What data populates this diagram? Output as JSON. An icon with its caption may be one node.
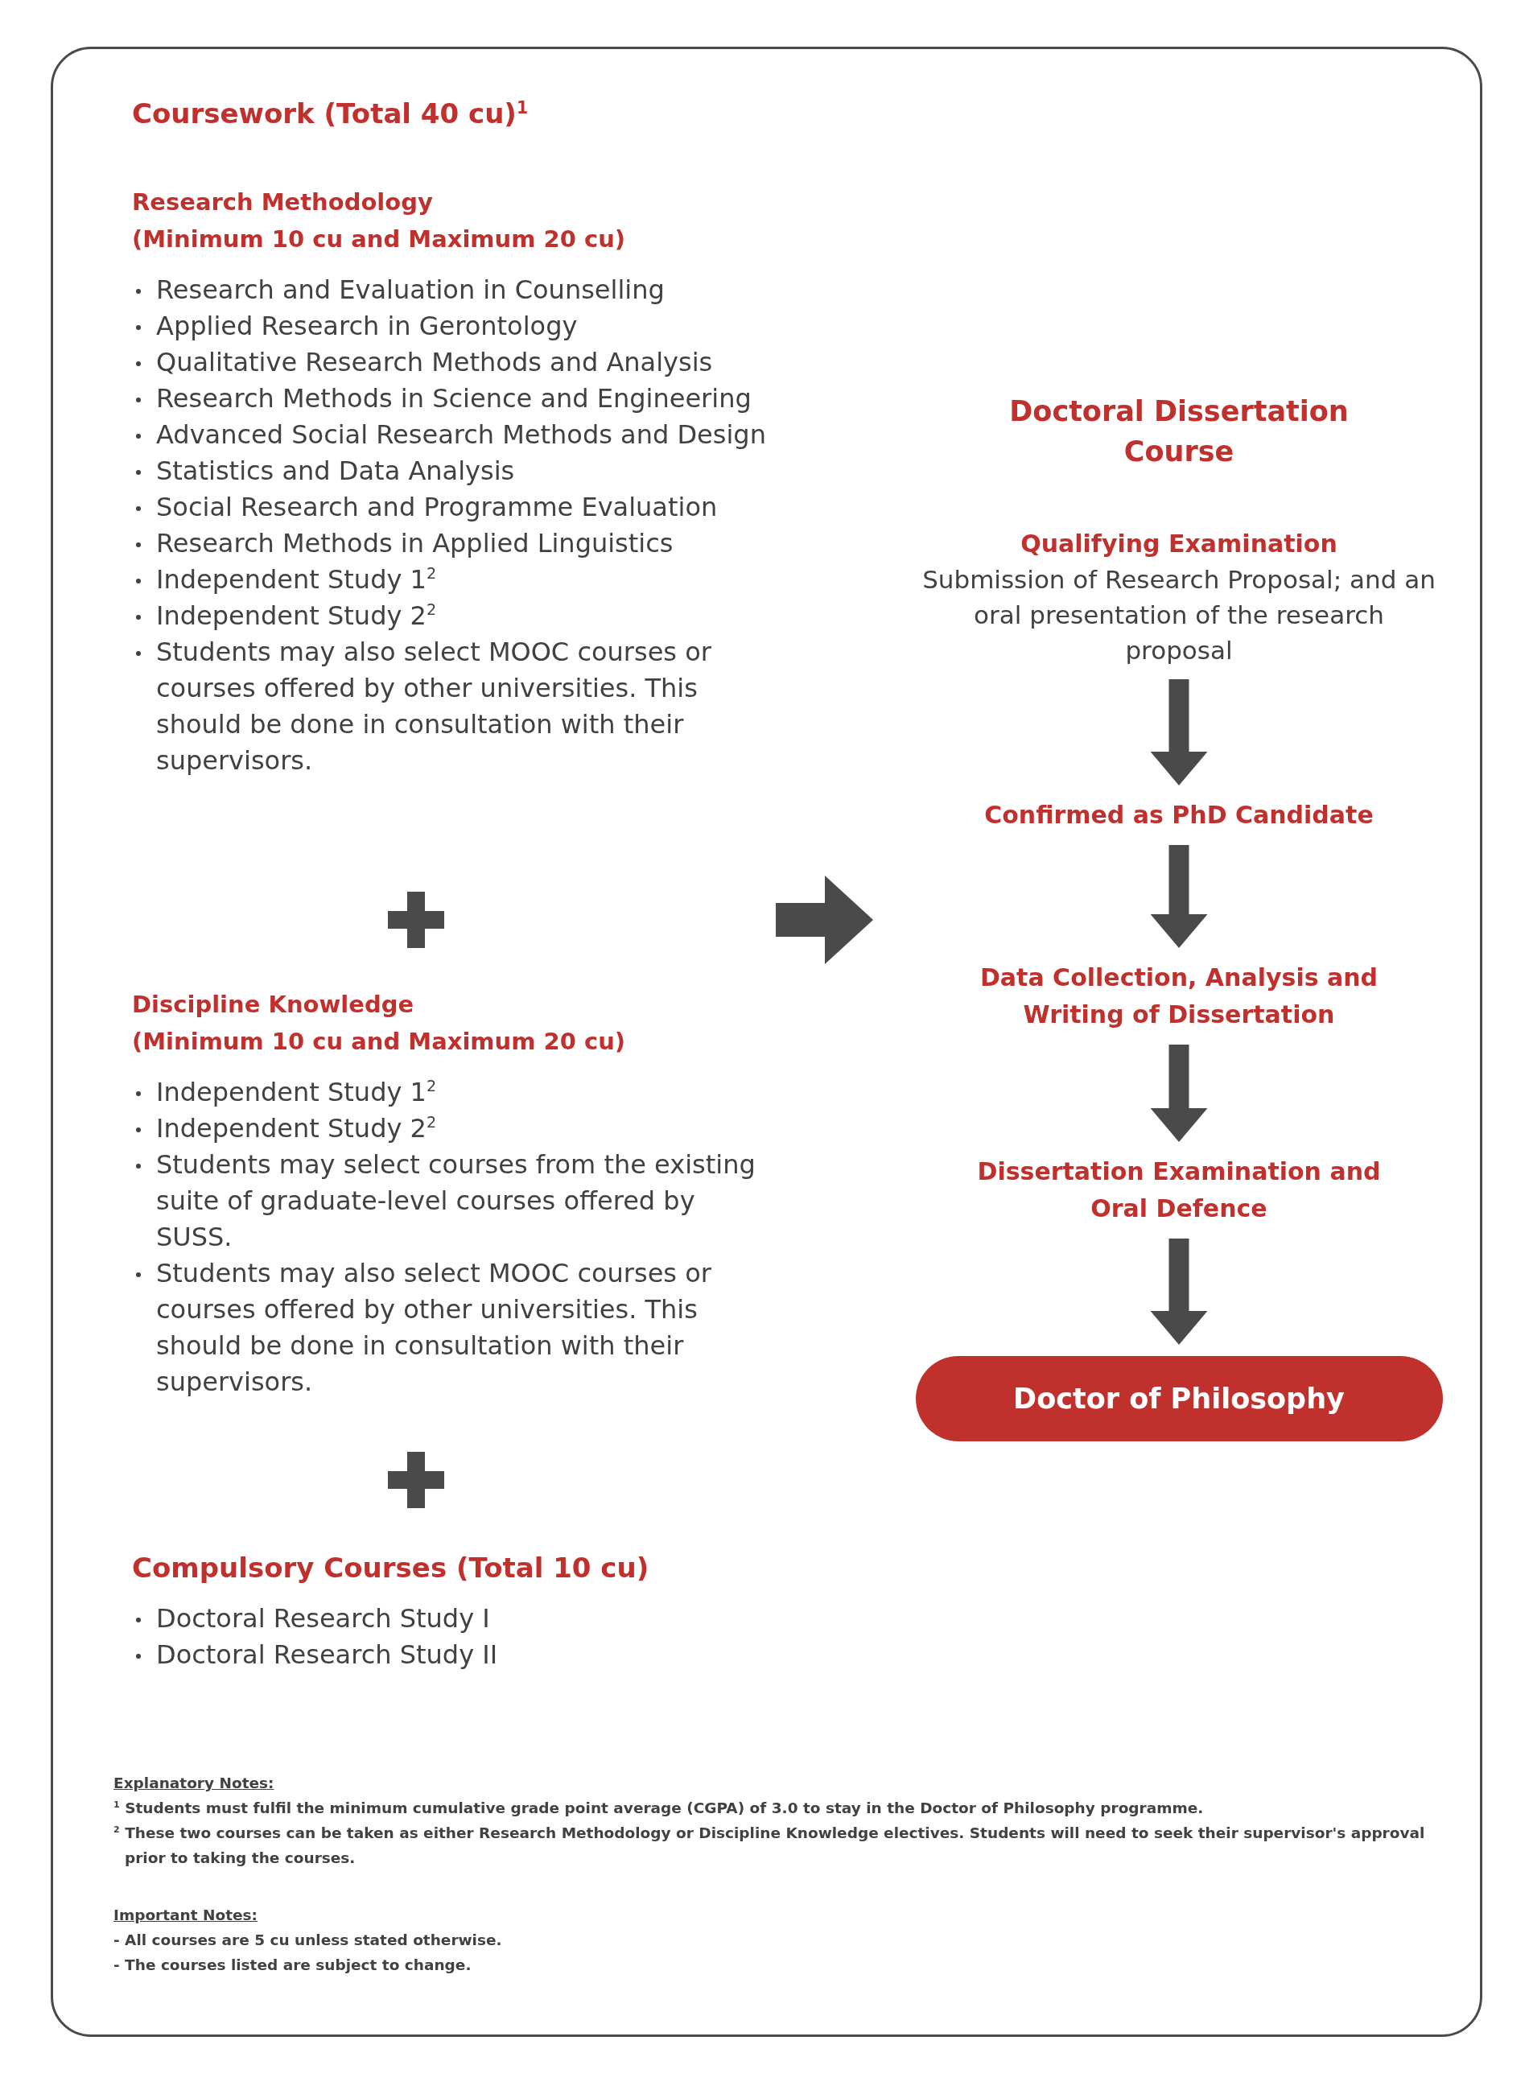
{
  "diagram": {
    "nodes": [
      {
        "text": [
          "Coursework (Total 40 cu)$^{1}$"
        ]
      },
      {
        "text": [
          "Research Methodology",
          "(Minimum 10 cu and Maximum 20 cu)",
          "Research and Evaluation in Counselling",
          "Applied Research in Gerontology",
          "Qualitative Research Methods and Analysis",
          "Research Methods in Science and Engineering",
          "Advanced Social Research Methods and Design",
          "Statistics and Data Analysis",
          "Social Research and Programme Evaluation",
          "Research Methods in Applied Linguistics",
          "Independent Study 1$^{2}$",
          "Independent Study 2$^{2}$",
          "Students may also select MOOC courses or courses offered by other universities. This should be done in consultation with their supervisors."
        ],
        "in": 0
      },
      {
        "text": [
          "Discipline Knowledge",
          "(Minimum 10 cu and Maximum 20 cu)",
          "Independent Study 1$^{2}$",
          "Independent Study 2$^{2}$",
          "Students may select courses from the existing suite of graduate-level courses offered by SUSS.",
          "Students may also select MOOC courses or courses offered by other universities. This should be done in consultation with their supervisors."
        ],
        "in": 0
      },
      {
        "text": [
          "Compulsory Courses (Total 10 cu)",
          "Doctoral Research Study I",
          "Doctoral Research Study II"
        ],
        "in": 0
      },
      {
        "text": [
          "Doctoral Dissertation Course"
        ]
      },
      {
        "text": [
          "Qualifying Examination",
          "Submission of Research Proposal; and an oral presentation of the research proposal"
        ],
        "in": 4
      },
      {
        "text": [
          "Confirmed as PhD Candidate"
        ],
        "in": 4
      },
      {
        "text": [
          "Data Collection, Analysis and Writing of Dissertation"
        ],
        "in": 4
      },
      {
        "text": [
          "Dissertation Examination and Oral Defence"
        ],
        "in": 4
      },
      {
        "text": [
          "Doctor of Philosophy"
        ],
        "in": 4
      }
    ],
    "edges": [
      {
        "from": 0,
        "to": 4,
        "arrow": "to"
      },
      {
        "from": 5,
        "to": 6,
        "arrow": "to"
      },
      {
        "from": 6,
        "to": 7,
        "arrow": "to"
      },
      {
        "from": 7,
        "to": 8,
        "arrow": "to"
      },
      {
        "from": 8,
        "to": 9,
        "arrow": "to"
      }
    ],
    "labels": [
      "Explanatory Notes:",
      "$^{1}$ Students must fulfil the minimum cumulative grade point average (CGPA) of 3.0 to stay in the Doctor of Philosophy programme.",
      "$^{2}$ These two courses can be taken as either Research Methodology or Discipline Knowledge electives. Students will need to seek their supervisor's approval prior to taking the courses.",
      "Important Notes:",
      "- All courses are 5 cu unless stated otherwise.",
      "- The courses listed are subject to change."
    ]
  }
}
